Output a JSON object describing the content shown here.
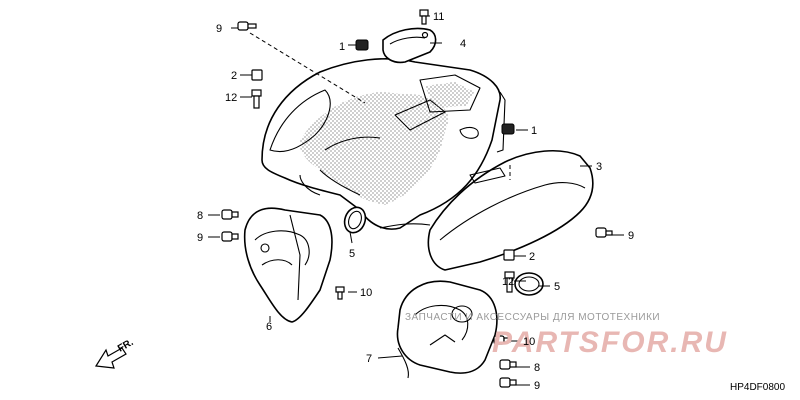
{
  "callouts": {
    "c1a": "1",
    "c1b": "1",
    "c2a": "2",
    "c2b": "2",
    "c3": "3",
    "c4": "4",
    "c5a": "5",
    "c5b": "5",
    "c6": "6",
    "c7": "7",
    "c8a": "8",
    "c8b": "8",
    "c9a": "9",
    "c9b": "9",
    "c9c": "9",
    "c9d": "9",
    "c10a": "10",
    "c10b": "10",
    "c11": "11",
    "c12a": "12",
    "c12b": "12"
  },
  "direction_label": "FR.",
  "diagram_code": "HP4DF0800",
  "watermark": {
    "subtitle": "ЗАПЧАСТИ И АКСЕССУАРЫ ДЛЯ МОТОТЕХНИКИ",
    "brand": "PARTSFOR.RU",
    "color": "#e8b7b3"
  }
}
